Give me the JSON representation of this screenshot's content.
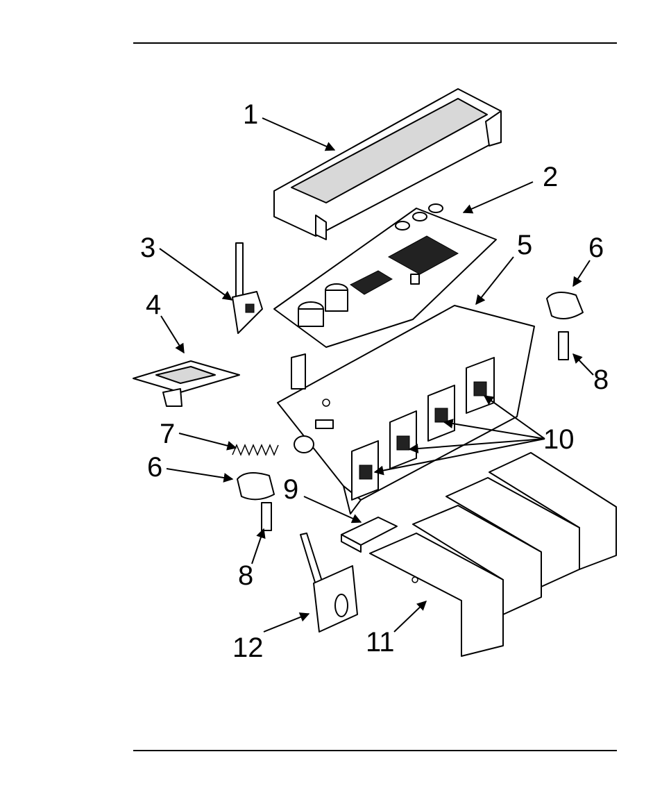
{
  "callouts": [
    {
      "id": "1",
      "label": "1"
    },
    {
      "id": "2",
      "label": "2"
    },
    {
      "id": "3",
      "label": "3"
    },
    {
      "id": "4",
      "label": "4"
    },
    {
      "id": "5",
      "label": "5"
    },
    {
      "id": "6a",
      "label": "6"
    },
    {
      "id": "6b",
      "label": "6"
    },
    {
      "id": "7",
      "label": "7"
    },
    {
      "id": "8a",
      "label": "8"
    },
    {
      "id": "8b",
      "label": "8"
    },
    {
      "id": "9",
      "label": "9"
    },
    {
      "id": "10",
      "label": "10"
    },
    {
      "id": "11",
      "label": "11"
    },
    {
      "id": "12",
      "label": "12"
    }
  ]
}
